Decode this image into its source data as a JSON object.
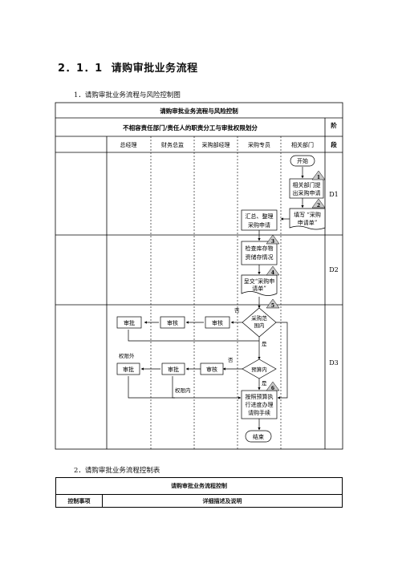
{
  "section": {
    "number": "2．1．1",
    "title": "请购审批业务流程"
  },
  "item1": "1．请购审批业务流程与风险控制图",
  "item2": "2．请购审批业务流程控制表",
  "flowchart": {
    "title": "请购审批业务流程与风险控制",
    "subtitle": "不相容责任部门/责任人的职责分工与审批权限划分",
    "stage_header": "阶段",
    "columns": [
      "总经理",
      "财务总监",
      "采购部经理",
      "采购专员",
      "相关部门"
    ],
    "stages": [
      "D1",
      "D2",
      "D3"
    ],
    "nodes": {
      "start": "开始",
      "n1": "相关部门提出采购申请",
      "n2": "填写“采购申请单”",
      "collect": "汇总、整理采购申请",
      "n3": "检查库存物资储存情况",
      "n4": "呈交“采购申请单”",
      "d5": "采购范围内",
      "review_mgr": "审核",
      "review_cfo": "审核",
      "approve_gm": "审批",
      "budget": "预算内",
      "review2": "审核",
      "approve_cfo2": "审批",
      "approve_gm2": "审批",
      "n6": "按照预算执行进度办理请购手续",
      "end": "结束"
    },
    "markers": [
      "1",
      "2",
      "3",
      "4",
      "5",
      "6"
    ],
    "labels": {
      "no1": "否",
      "yes1": "是",
      "no2": "否",
      "yes2": "是",
      "over": "权限外",
      "within": "权限内"
    }
  },
  "control_table": {
    "title": "请购审批业务流程控制",
    "col1": "控制事项",
    "col2": "详细描述及说明"
  }
}
